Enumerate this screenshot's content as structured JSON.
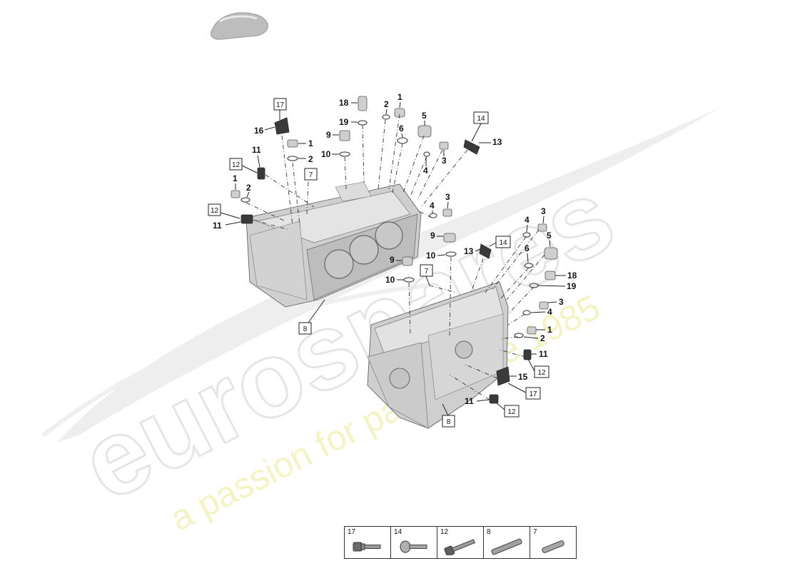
{
  "watermark": {
    "brand": "eurospares",
    "tagline": "a passion for parts since 1985"
  },
  "callouts_top": [
    {
      "num": "17",
      "boxed": true
    },
    {
      "num": "16",
      "boxed": false
    },
    {
      "num": "11",
      "boxed": false
    },
    {
      "num": "12",
      "boxed": true
    },
    {
      "num": "1",
      "boxed": false
    },
    {
      "num": "2",
      "boxed": false
    },
    {
      "num": "12",
      "boxed": true
    },
    {
      "num": "11",
      "boxed": false
    },
    {
      "num": "1",
      "boxed": false
    },
    {
      "num": "2",
      "boxed": false
    },
    {
      "num": "7",
      "boxed": true
    },
    {
      "num": "18",
      "boxed": false
    },
    {
      "num": "19",
      "boxed": false
    },
    {
      "num": "9",
      "boxed": false
    },
    {
      "num": "10",
      "boxed": false
    },
    {
      "num": "2",
      "boxed": false
    },
    {
      "num": "1",
      "boxed": false
    },
    {
      "num": "6",
      "boxed": false
    },
    {
      "num": "5",
      "boxed": false
    },
    {
      "num": "14",
      "boxed": true
    },
    {
      "num": "13",
      "boxed": false
    },
    {
      "num": "3",
      "boxed": false
    },
    {
      "num": "4",
      "boxed": false
    },
    {
      "num": "8",
      "boxed": true
    }
  ],
  "callouts_bottom": [
    {
      "num": "3",
      "boxed": false
    },
    {
      "num": "4",
      "boxed": false
    },
    {
      "num": "9",
      "boxed": false
    },
    {
      "num": "10",
      "boxed": false
    },
    {
      "num": "13",
      "boxed": false
    },
    {
      "num": "14",
      "boxed": true
    },
    {
      "num": "9",
      "boxed": false
    },
    {
      "num": "10",
      "boxed": false
    },
    {
      "num": "7",
      "boxed": true
    },
    {
      "num": "3",
      "boxed": false
    },
    {
      "num": "4",
      "boxed": false
    },
    {
      "num": "5",
      "boxed": false
    },
    {
      "num": "6",
      "boxed": false
    },
    {
      "num": "18",
      "boxed": false
    },
    {
      "num": "19",
      "boxed": false
    },
    {
      "num": "3",
      "boxed": false
    },
    {
      "num": "4",
      "boxed": false
    },
    {
      "num": "1",
      "boxed": false
    },
    {
      "num": "2",
      "boxed": false
    },
    {
      "num": "11",
      "boxed": false
    },
    {
      "num": "12",
      "boxed": true
    },
    {
      "num": "15",
      "boxed": false
    },
    {
      "num": "17",
      "boxed": true
    },
    {
      "num": "11",
      "boxed": false
    },
    {
      "num": "12",
      "boxed": true
    },
    {
      "num": "8",
      "boxed": true
    }
  ],
  "fastener_table": [
    {
      "num": "17",
      "icon": "flange-bolt-icon"
    },
    {
      "num": "14",
      "icon": "pan-head-screw-icon"
    },
    {
      "num": "12",
      "icon": "hex-bolt-icon"
    },
    {
      "num": "8",
      "icon": "stud-icon"
    },
    {
      "num": "7",
      "icon": "dowel-pin-icon"
    }
  ],
  "colors": {
    "watermark_gray": "#e6e6e6",
    "watermark_yellow": "#f2f2b8",
    "casting": "#d9d9d9",
    "ink": "#111111"
  }
}
